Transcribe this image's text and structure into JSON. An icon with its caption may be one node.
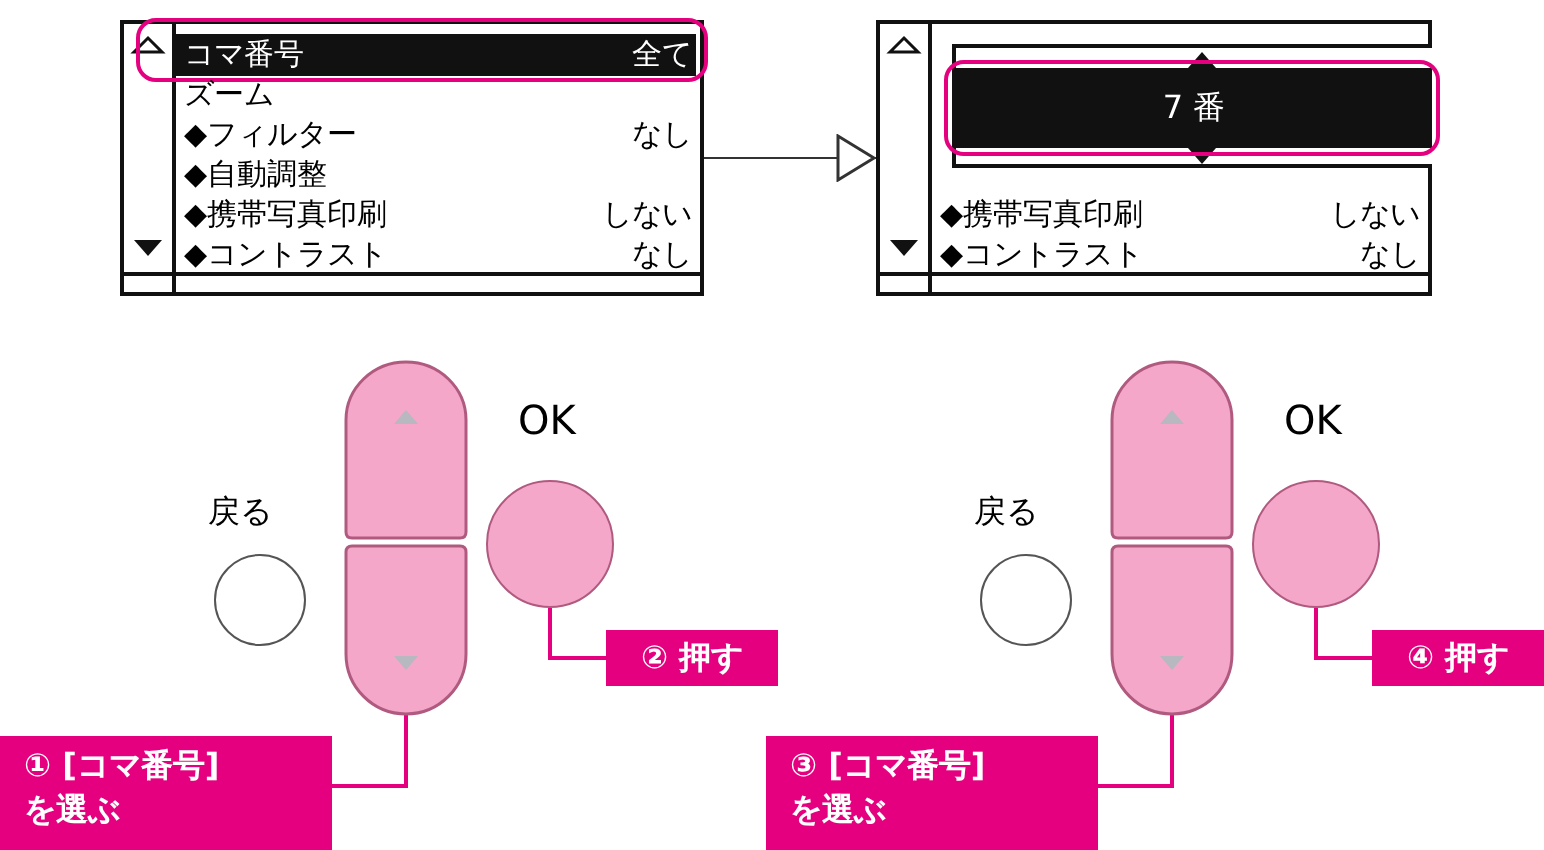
{
  "diagram": {
    "nodes": [
      {
        "text": [
          "コマ番号",
          "全て",
          "ズーム",
          "◆フィルター",
          "なし",
          "◆自動調整",
          "◆携帯写真印刷",
          "しない",
          "◆コントラスト",
          "なし"
        ]
      },
      {
        "text": [
          "7 番",
          "◆携帯写真印刷",
          "しない",
          "◆コントラスト",
          "なし"
        ]
      },
      {
        "text": [],
        "shape": "box"
      },
      {
        "text": [],
        "shape": "box"
      },
      {
        "text": [],
        "shape": "circle",
        "beside": [
          "戻る"
        ]
      },
      {
        "text": [],
        "shape": "circle",
        "beside": [
          "OK"
        ]
      },
      {
        "text": [
          "② 押す"
        ]
      },
      {
        "text": [
          "① [コマ番号] を選ぶ"
        ]
      },
      {
        "text": [],
        "shape": "box"
      },
      {
        "text": [],
        "shape": "box"
      },
      {
        "text": [],
        "shape": "circle",
        "beside": [
          "戻る"
        ]
      },
      {
        "text": [],
        "shape": "circle",
        "beside": [
          "OK"
        ]
      },
      {
        "text": [
          "④ 押す"
        ]
      },
      {
        "text": [
          "③ [コマ番号] を選ぶ"
        ]
      }
    ],
    "edges": [
      {
        "from": 0,
        "to": 1,
        "arrow": "to",
        "color": "#333333"
      },
      {
        "from": 6,
        "to": 5,
        "arrow": "none"
      },
      {
        "from": 7,
        "to": 3,
        "arrow": "none"
      },
      {
        "from": 12,
        "to": 11,
        "arrow": "none"
      },
      {
        "from": 13,
        "to": 9,
        "arrow": "none"
      }
    ]
  }
}
